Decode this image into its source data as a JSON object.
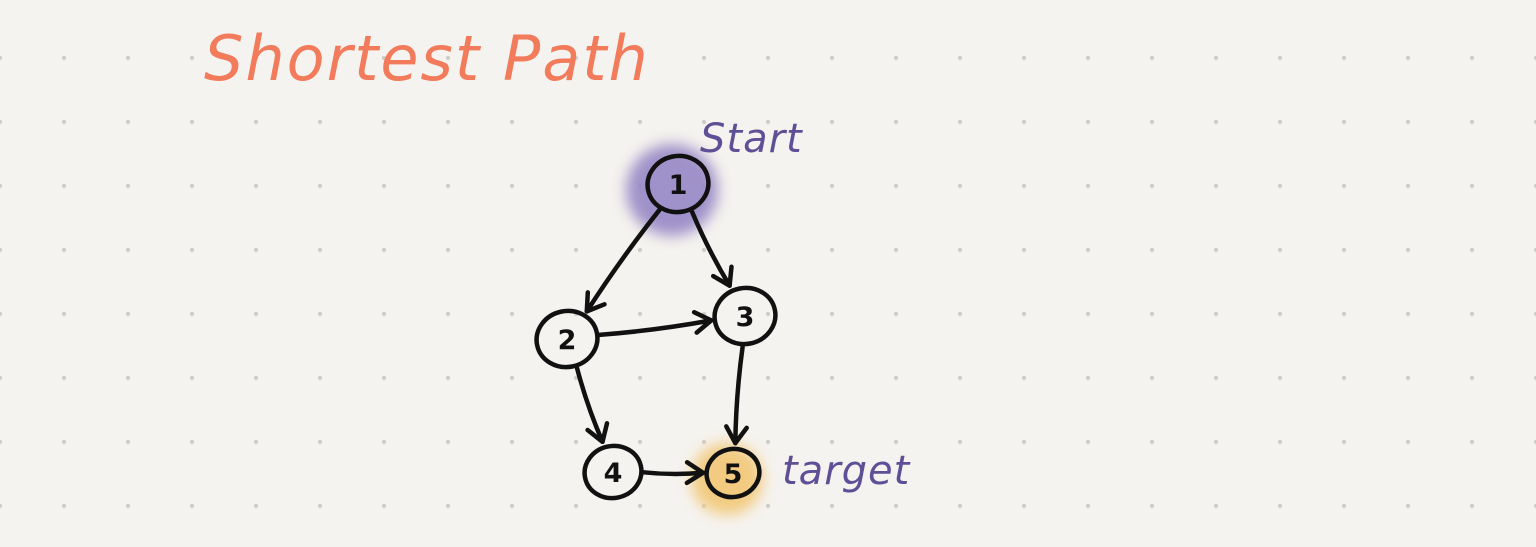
{
  "title": "Shortest Path",
  "colors": {
    "background": "#f5f3ef",
    "title": "#f27b5b",
    "annotation": "#5e4f96",
    "ink": "#111111",
    "start_highlight": "#9687c5",
    "target_highlight": "#f2c776"
  },
  "nodes": [
    {
      "id": "1",
      "label": "1",
      "highlight": "start"
    },
    {
      "id": "2",
      "label": "2",
      "highlight": ""
    },
    {
      "id": "3",
      "label": "3",
      "highlight": ""
    },
    {
      "id": "4",
      "label": "4",
      "highlight": ""
    },
    {
      "id": "5",
      "label": "5",
      "highlight": "target"
    }
  ],
  "edges": [
    {
      "from": "1",
      "to": "2"
    },
    {
      "from": "1",
      "to": "3"
    },
    {
      "from": "2",
      "to": "3"
    },
    {
      "from": "2",
      "to": "4"
    },
    {
      "from": "3",
      "to": "5"
    },
    {
      "from": "4",
      "to": "5"
    }
  ],
  "annotations": {
    "start_label": "Start",
    "target_label": "target"
  }
}
